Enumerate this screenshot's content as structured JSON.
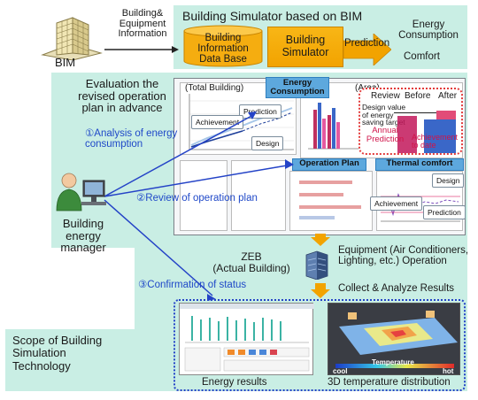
{
  "top": {
    "bim_label": "BIM",
    "input_label": "Building&\nEquipment\nInformation",
    "panel_title": "Building Simulator based on BIM",
    "database": "Building\nInformation\nData Base",
    "simulator": "Building\nSimulator",
    "prediction": "Prediction",
    "energy_consumption": "Energy\nConsumption",
    "comfort": "Comfort"
  },
  "evaluation": {
    "title": "Evaluation the\nrevised operation\nplan in advance",
    "step1": "①Analysis of energy\nconsumption",
    "step2": "②Review of operation plan",
    "step3": "③Confirmation of status"
  },
  "screen": {
    "total_building": "(Total Building)",
    "area": "(Area)",
    "energy_tag": "Energy\nConsumption",
    "prediction": "Prediction",
    "achievement": "Achievement",
    "design": "Design",
    "review": "Review",
    "before": "Before",
    "after": "After",
    "design_value": "Design value\nof energy\nsaving target",
    "annual_prediction": "Annual\nPrediction",
    "achievement_to_date": "Achievement\nto date",
    "operation_plan": "Operation Plan",
    "thermal_comfort": "Thermal comfort",
    "tc_design": "Design",
    "tc_achievement": "Achievement",
    "tc_prediction": "Prediction"
  },
  "manager": {
    "label": "Building\nenergy\nmanager"
  },
  "zeb": {
    "label": "ZEB\n(Actual Building)",
    "equipment": "Equipment (Air Conditioners,\nLighting, etc.) Operation",
    "collect": "Collect & Analyze Results"
  },
  "results": {
    "energy_results": "Energy results",
    "temperature_distribution": "3D temperature distribution",
    "temperature": "Temperature",
    "cool": "cool",
    "hot": "hot"
  },
  "scope": {
    "label": "Scope of Building\nSimulation\nTechnology"
  }
}
